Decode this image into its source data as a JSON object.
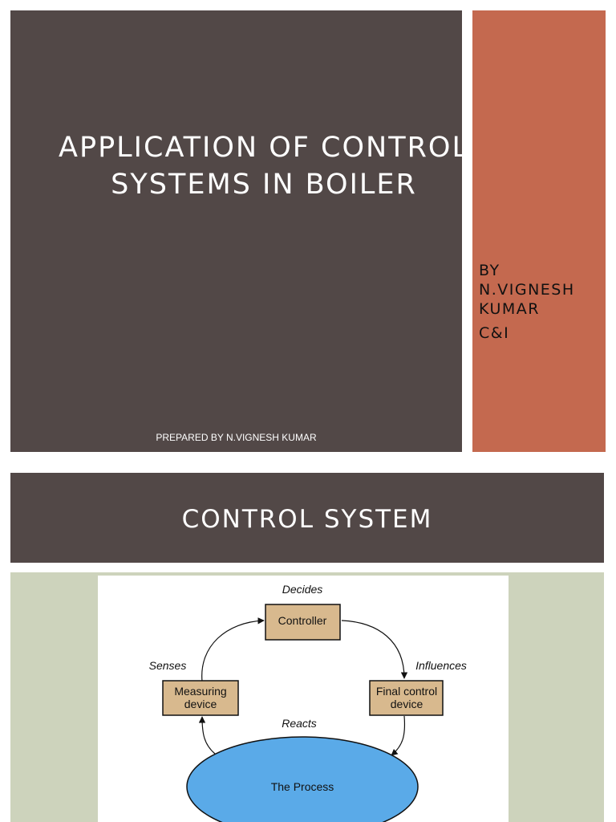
{
  "slide1": {
    "title": "APPLICATION OF CONTROL\nSYSTEMS IN BOILER",
    "footer": "PREPARED BY N.VIGNESH KUMAR",
    "byline": [
      "BY",
      "N.VIGNESH KUMAR",
      "C&I"
    ]
  },
  "slide2": {
    "title": "CONTROL SYSTEM",
    "diagram": {
      "controller": "Controller",
      "measuring_line1": "Measuring",
      "measuring_line2": "device",
      "final_line1": "Final control",
      "final_line2": "device",
      "process": "The Process",
      "decides": "Decides",
      "senses": "Senses",
      "influences": "Influences",
      "reacts": "Reacts"
    }
  },
  "colors": {
    "dark_panel": "#524847",
    "accent_panel": "#c4694f",
    "sage_background": "#cdd3bc",
    "box_fill": "#d8b98e",
    "process_fill": "#5aaae8"
  }
}
